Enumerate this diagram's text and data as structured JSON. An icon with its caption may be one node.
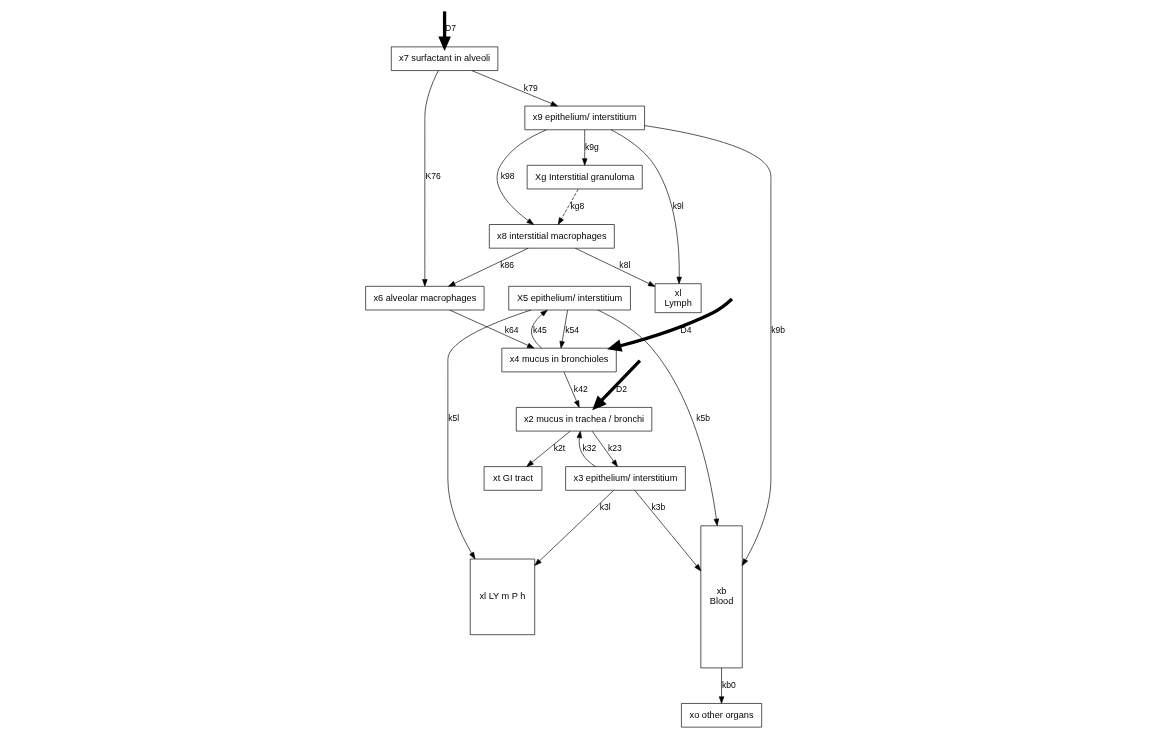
{
  "diagram": {
    "nodes": [
      {
        "text": [
          "xt GI tract"
        ]
      },
      {
        "text": [
          "x2 mucus in trachea / bronchi"
        ]
      },
      {
        "text": [
          "x3 epithelium/ interstitium"
        ]
      },
      {
        "text": [
          "xl LY m P h"
        ]
      },
      {
        "text": [
          "xb",
          "Blood"
        ]
      },
      {
        "text": [
          "x4 mucus in bronchioles"
        ]
      },
      {
        "text": [
          "X5 epithelium/ interstitium"
        ]
      },
      {
        "text": [
          "xo other organs"
        ]
      },
      {
        "text": [
          "x6 alveolar macrophages"
        ]
      },
      {
        "text": [
          "x7 surfactant in alveoli"
        ]
      },
      {
        "text": [
          "x8 interstitial macrophages"
        ]
      },
      {
        "text": [
          "x9 epithelium/ interstitium"
        ]
      },
      {
        "text": [
          "xl",
          "Lymph"
        ]
      },
      {
        "text": [
          "Xg Interstitial granuloma"
        ]
      }
    ],
    "edges": [
      {
        "from": null,
        "to": 1,
        "arrow": "to",
        "label": "D2",
        "style": "thick"
      },
      {
        "from": 1,
        "to": 0,
        "arrow": "to",
        "label": "k2t"
      },
      {
        "from": 1,
        "to": 2,
        "arrow": "to",
        "label": "k23"
      },
      {
        "from": 2,
        "to": 1,
        "arrow": "to",
        "label": "k32"
      },
      {
        "from": 2,
        "to": 4,
        "arrow": "to",
        "label": "k3b"
      },
      {
        "from": 2,
        "to": 3,
        "arrow": "to",
        "label": "k3l"
      },
      {
        "from": 5,
        "to": 1,
        "arrow": "to",
        "label": "k42"
      },
      {
        "from": null,
        "to": 5,
        "arrow": "to",
        "label": "D4",
        "style": "thick"
      },
      {
        "from": 5,
        "to": 6,
        "arrow": "to",
        "label": "k45"
      },
      {
        "from": 6,
        "to": 5,
        "arrow": "to",
        "label": "k54"
      },
      {
        "from": 6,
        "to": 3,
        "arrow": "to",
        "label": "k5l"
      },
      {
        "from": 6,
        "to": 4,
        "arrow": "to",
        "label": "k5b"
      },
      {
        "from": 4,
        "to": 7,
        "arrow": "to",
        "label": "kb0"
      },
      {
        "from": 8,
        "to": 5,
        "arrow": "to",
        "label": "k64"
      },
      {
        "from": null,
        "to": 9,
        "arrow": "to",
        "label": "D7",
        "style": "thick"
      },
      {
        "from": 9,
        "to": 8,
        "arrow": "to",
        "label": "K76"
      },
      {
        "from": 9,
        "to": 11,
        "arrow": "to",
        "label": "k79"
      },
      {
        "from": 10,
        "to": 8,
        "arrow": "to",
        "label": "k86"
      },
      {
        "from": 11,
        "to": 10,
        "arrow": "to",
        "label": "k98"
      },
      {
        "from": 11,
        "to": 4,
        "arrow": "to",
        "label": "k9b"
      },
      {
        "from": 10,
        "to": 12,
        "arrow": "to",
        "label": "k8l"
      },
      {
        "from": 11,
        "to": 12,
        "arrow": "to",
        "label": "k9l"
      },
      {
        "from": 11,
        "to": 13,
        "arrow": "to",
        "label": "k9g"
      },
      {
        "from": 13,
        "to": 10,
        "arrow": "to",
        "label": "kg8",
        "style": "dashed"
      }
    ]
  }
}
